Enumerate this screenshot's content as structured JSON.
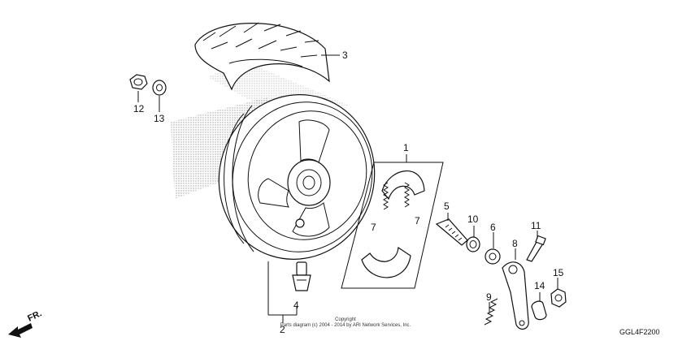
{
  "callouts": {
    "c1": "1",
    "c2": "2",
    "c3": "3",
    "c4": "4",
    "c5": "5",
    "c6": "6",
    "c7a": "7",
    "c7b": "7",
    "c8": "8",
    "c9": "9",
    "c10": "10",
    "c11": "11",
    "c12": "12",
    "c13": "13",
    "c14": "14",
    "c15": "15"
  },
  "copyright_line1": "Copyright",
  "copyright_line2": "Parts diagram (c) 2004 - 2014 by ARI Network Services, Inc.",
  "diagram_code": "GGL4F2200",
  "direction_label": "FR.",
  "colors": {
    "stroke": "#111111",
    "shade": "#9a9a9a",
    "background": "#ffffff"
  }
}
